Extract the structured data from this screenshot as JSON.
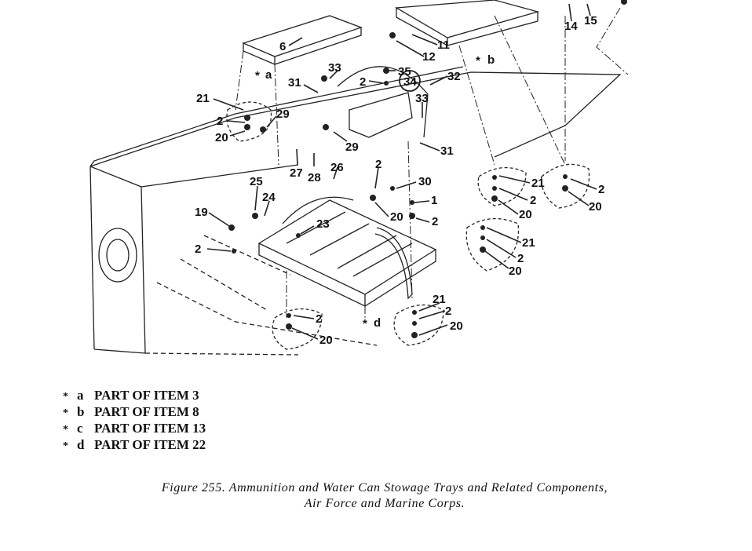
{
  "callouts": [
    {
      "label": "6"
    },
    {
      "label": "11"
    },
    {
      "label": "12"
    },
    {
      "label": "14"
    },
    {
      "label": "15"
    },
    {
      "label": "33"
    },
    {
      "label": "2"
    },
    {
      "label": "35"
    },
    {
      "label": "34"
    },
    {
      "label": "32"
    },
    {
      "label": "31"
    },
    {
      "label": "21"
    },
    {
      "label": "2"
    },
    {
      "label": "20"
    },
    {
      "label": "29"
    },
    {
      "label": "33"
    },
    {
      "label": "29"
    },
    {
      "label": "31"
    },
    {
      "label": "27"
    },
    {
      "label": "28"
    },
    {
      "label": "26"
    },
    {
      "label": "25"
    },
    {
      "label": "24"
    },
    {
      "label": "19"
    },
    {
      "label": "2"
    },
    {
      "label": "23"
    },
    {
      "label": "2"
    },
    {
      "label": "30"
    },
    {
      "label": "1"
    },
    {
      "label": "20"
    },
    {
      "label": "2"
    },
    {
      "label": "21"
    },
    {
      "label": "2"
    },
    {
      "label": "20"
    },
    {
      "label": "2"
    },
    {
      "label": "20"
    },
    {
      "label": "21"
    },
    {
      "label": "2"
    },
    {
      "label": "20"
    },
    {
      "label": "2"
    },
    {
      "label": "20"
    },
    {
      "label": "21"
    },
    {
      "label": "2"
    },
    {
      "label": "20"
    }
  ],
  "part_marks": [
    {
      "star": "*",
      "letter": "a"
    },
    {
      "star": "*",
      "letter": "b"
    },
    {
      "star": "*",
      "letter": "d"
    }
  ],
  "legend": [
    {
      "star": "*",
      "letter": "a",
      "text": "PART OF ITEM 3"
    },
    {
      "star": "*",
      "letter": "b",
      "text": "PART OF ITEM 8"
    },
    {
      "star": "*",
      "letter": "c",
      "text": "PART OF ITEM 13"
    },
    {
      "star": "*",
      "letter": "d",
      "text": "PART OF ITEM 22"
    }
  ],
  "caption": {
    "line1": "Figure 255.  Ammunition and Water Can Stowage Trays and Related Components,",
    "line2": "Air Force and Marine Corps."
  }
}
